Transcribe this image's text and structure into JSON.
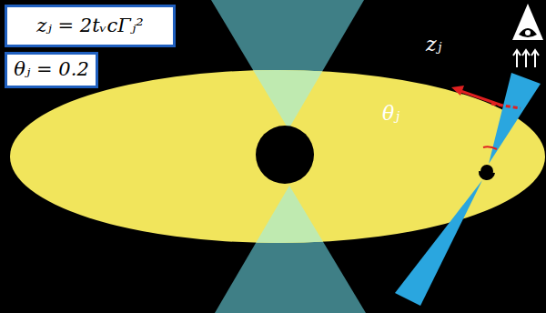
{
  "diagram": {
    "nodes": [
      {
        "text": [
          "zⱼ = 2tᵥcΓⱼ²"
        ]
      },
      {
        "text": [
          "θⱼ = 0.2"
        ]
      }
    ],
    "labels": [
      "zⱼ",
      "θⱼ"
    ]
  }
}
